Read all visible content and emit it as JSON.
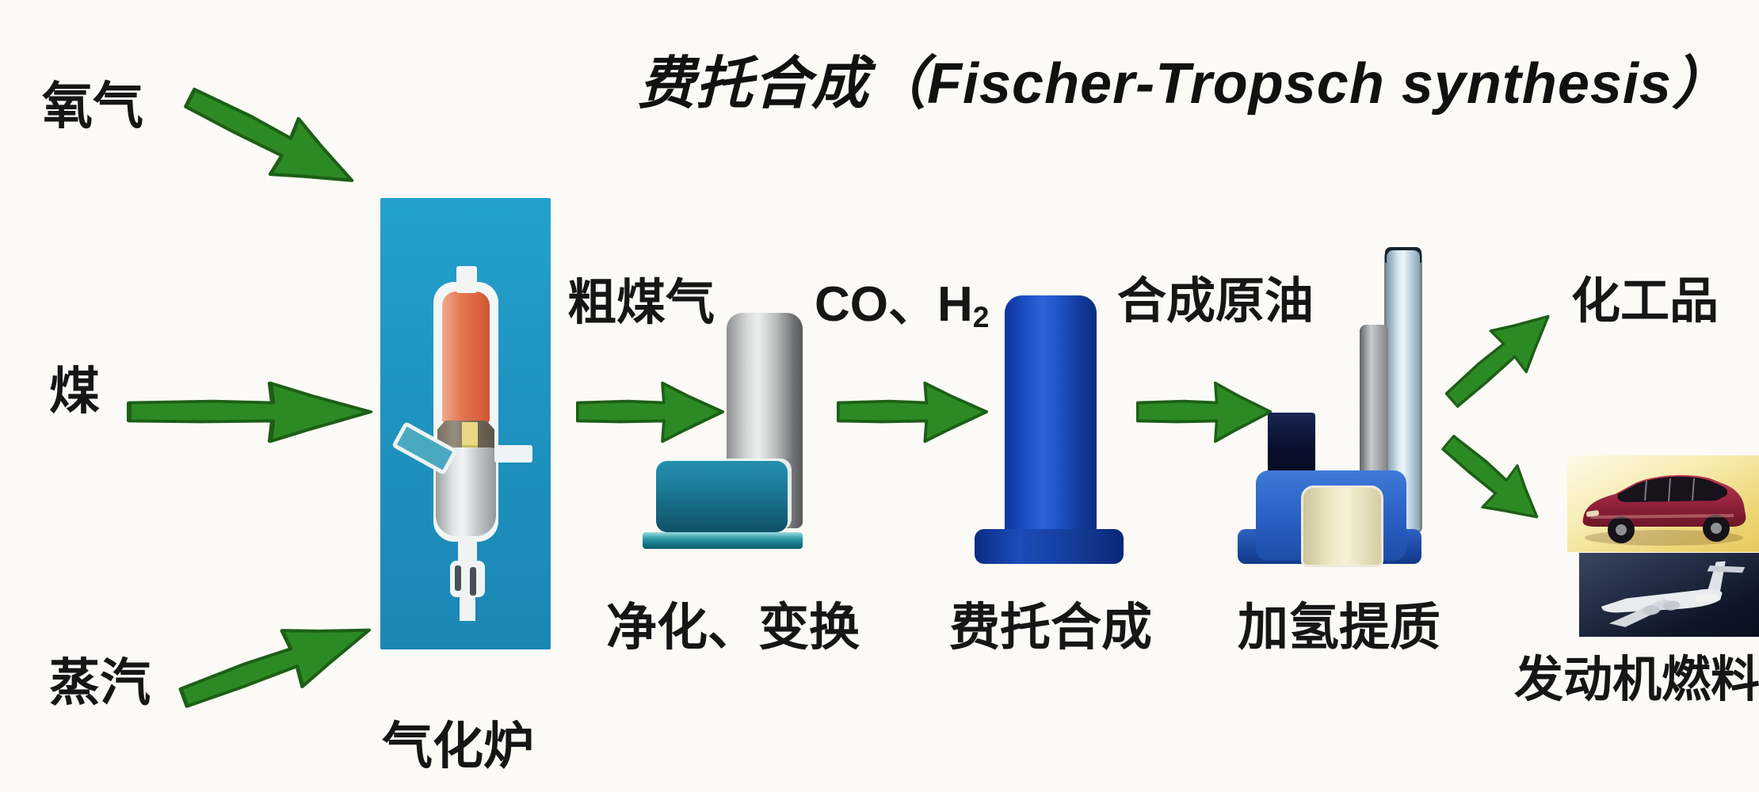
{
  "title": "费托合成（Fischer-Tropsch synthesis）",
  "inputs": {
    "oxygen": "氧气",
    "coal": "煤",
    "steam": "蒸汽"
  },
  "process": {
    "gasifier_label": "气化炉",
    "purification_label": "净化、变换",
    "ft_label": "费托合成",
    "upgrading_label": "加氢提质"
  },
  "streams": {
    "crude_gas": "粗煤气",
    "syngas_main": "CO、H",
    "syngas_sub": "2",
    "syncrude": "合成原油"
  },
  "products": {
    "chemicals": "化工品",
    "engine_fuel": "发动机燃料"
  },
  "icons": {
    "flow_arrow": "green-flow-arrow"
  },
  "images": {
    "car": "red-minivan-photo",
    "plane": "cargo-jet-photo"
  },
  "colors": {
    "arrow_green": "#2c8a24",
    "arrow_green_dark": "#1d5f16",
    "panel_cyan": "#1f95c2",
    "reactor_blue": "#1e55c8",
    "purifier_teal": "#17799a",
    "hydro_blue": "#2f63c0",
    "vessel_orange": "#e4764f",
    "cream": "#efe8c2",
    "text_black": "#161616"
  }
}
